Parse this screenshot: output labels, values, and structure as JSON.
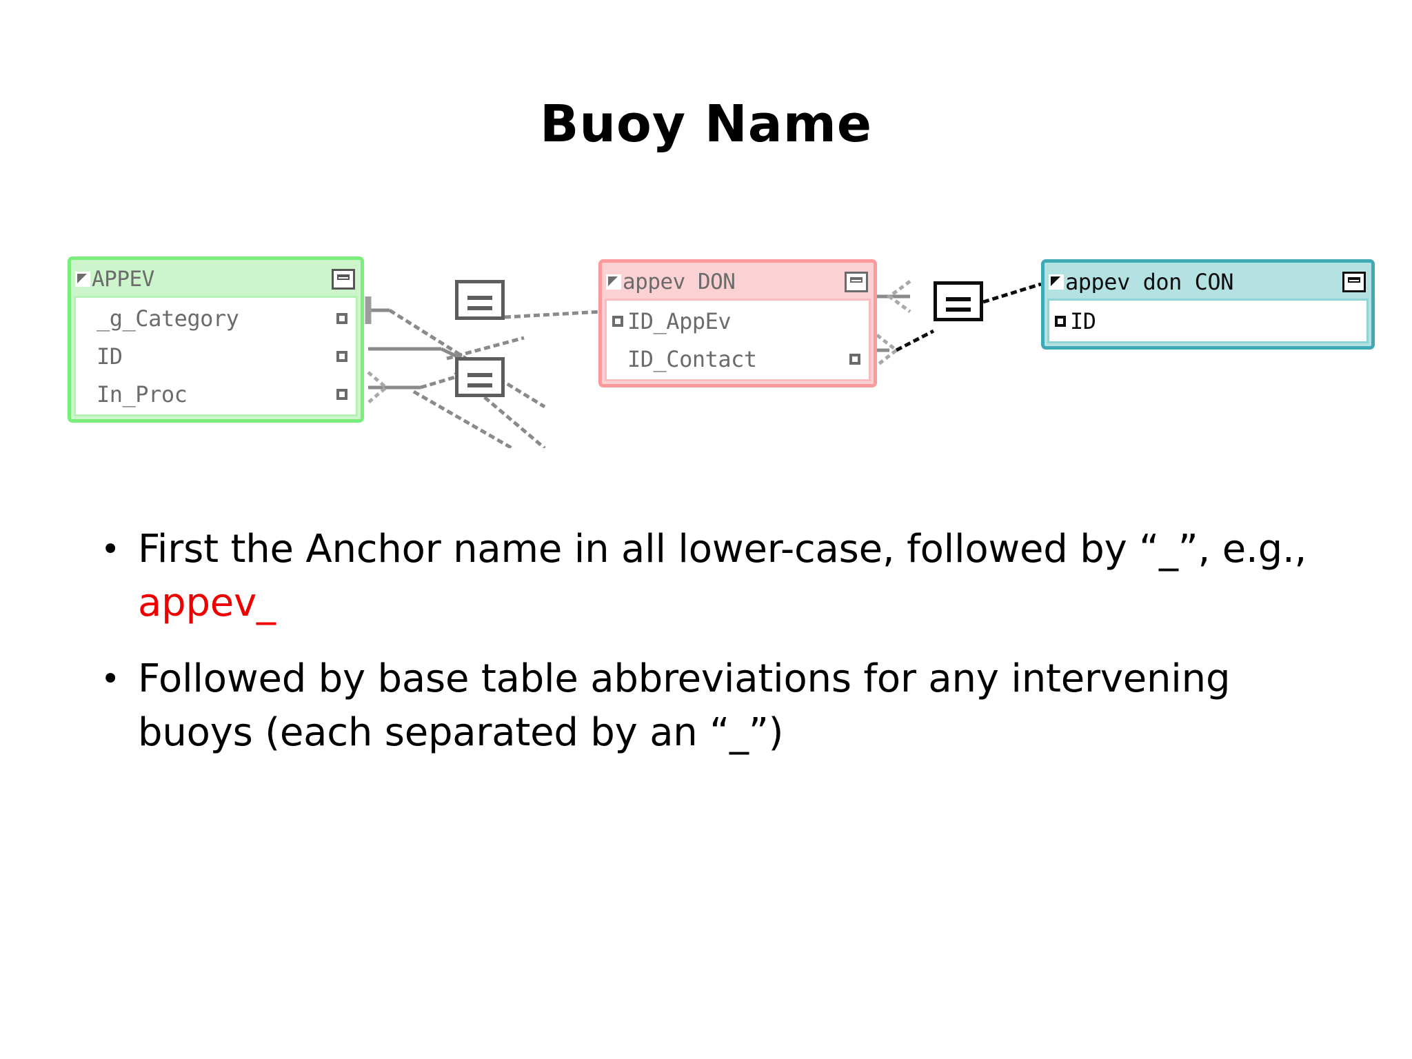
{
  "slide": {
    "title": "Buoy Name"
  },
  "colors": {
    "accent_red": "#ee0000",
    "green_border": "#7aee7a",
    "green_header": "#cdf5cb",
    "pink_border": "#fb9a9d",
    "pink_header": "#fcd1d3",
    "teal_border": "#3fa9b4",
    "teal_header": "#b4e2e2",
    "text_gray": "#6b6b6b",
    "text_black": "#000000"
  },
  "diagram": {
    "type": "entity-relationship",
    "tables": [
      {
        "id": "appev",
        "name": "APPEV",
        "color": "green",
        "icon": "table-icon",
        "minimize_button": "minimize-icon",
        "fields": [
          {
            "name": "_g_Category",
            "key_left": false,
            "key_right": true
          },
          {
            "name": "ID",
            "key_left": false,
            "key_right": true
          },
          {
            "name": "In_Proc",
            "key_left": false,
            "key_right": true
          }
        ]
      },
      {
        "id": "appev_don",
        "name": "appev_DON",
        "color": "pink",
        "icon": "table-icon",
        "minimize_button": "minimize-icon",
        "fields": [
          {
            "name": "ID_AppEv",
            "key_left": true,
            "key_right": false
          },
          {
            "name": "ID_Contact",
            "key_left": false,
            "key_right": true
          }
        ]
      },
      {
        "id": "appev_don_con",
        "name": "appev_don_CON",
        "color": "teal",
        "icon": "table-icon",
        "minimize_button": "minimize-icon",
        "fields": [
          {
            "name": "ID",
            "key_left": true,
            "key_right": false
          }
        ]
      }
    ],
    "join_boxes": [
      {
        "id": "join-1",
        "symbol": "equals"
      },
      {
        "id": "join-2",
        "symbol": "equals"
      },
      {
        "id": "join-3",
        "symbol": "equals"
      }
    ],
    "relationships": [
      {
        "from": "APPEV._g_Category",
        "to": "appev_DON.ID_AppEv",
        "via": "join-1",
        "notation": "crows-foot"
      },
      {
        "from": "APPEV.ID",
        "to": "join-1",
        "notation": "crows-foot"
      },
      {
        "from": "APPEV.In_Proc",
        "to": "join-2",
        "notation": "crows-foot"
      },
      {
        "from": "appev_DON.ID_Contact",
        "to": "appev_don_CON.ID",
        "via": "join-3",
        "notation": "crows-foot"
      }
    ]
  },
  "bullets": [
    {
      "marker": "•",
      "text_before": "First the Anchor name in all lower-case, followed by “_”, e.g., ",
      "accent": "appev_",
      "text_after": ""
    },
    {
      "marker": "•",
      "text_before": "Followed by base table abbreviations for any intervening buoys (each separated by an “_”)",
      "accent": "",
      "text_after": ""
    }
  ]
}
